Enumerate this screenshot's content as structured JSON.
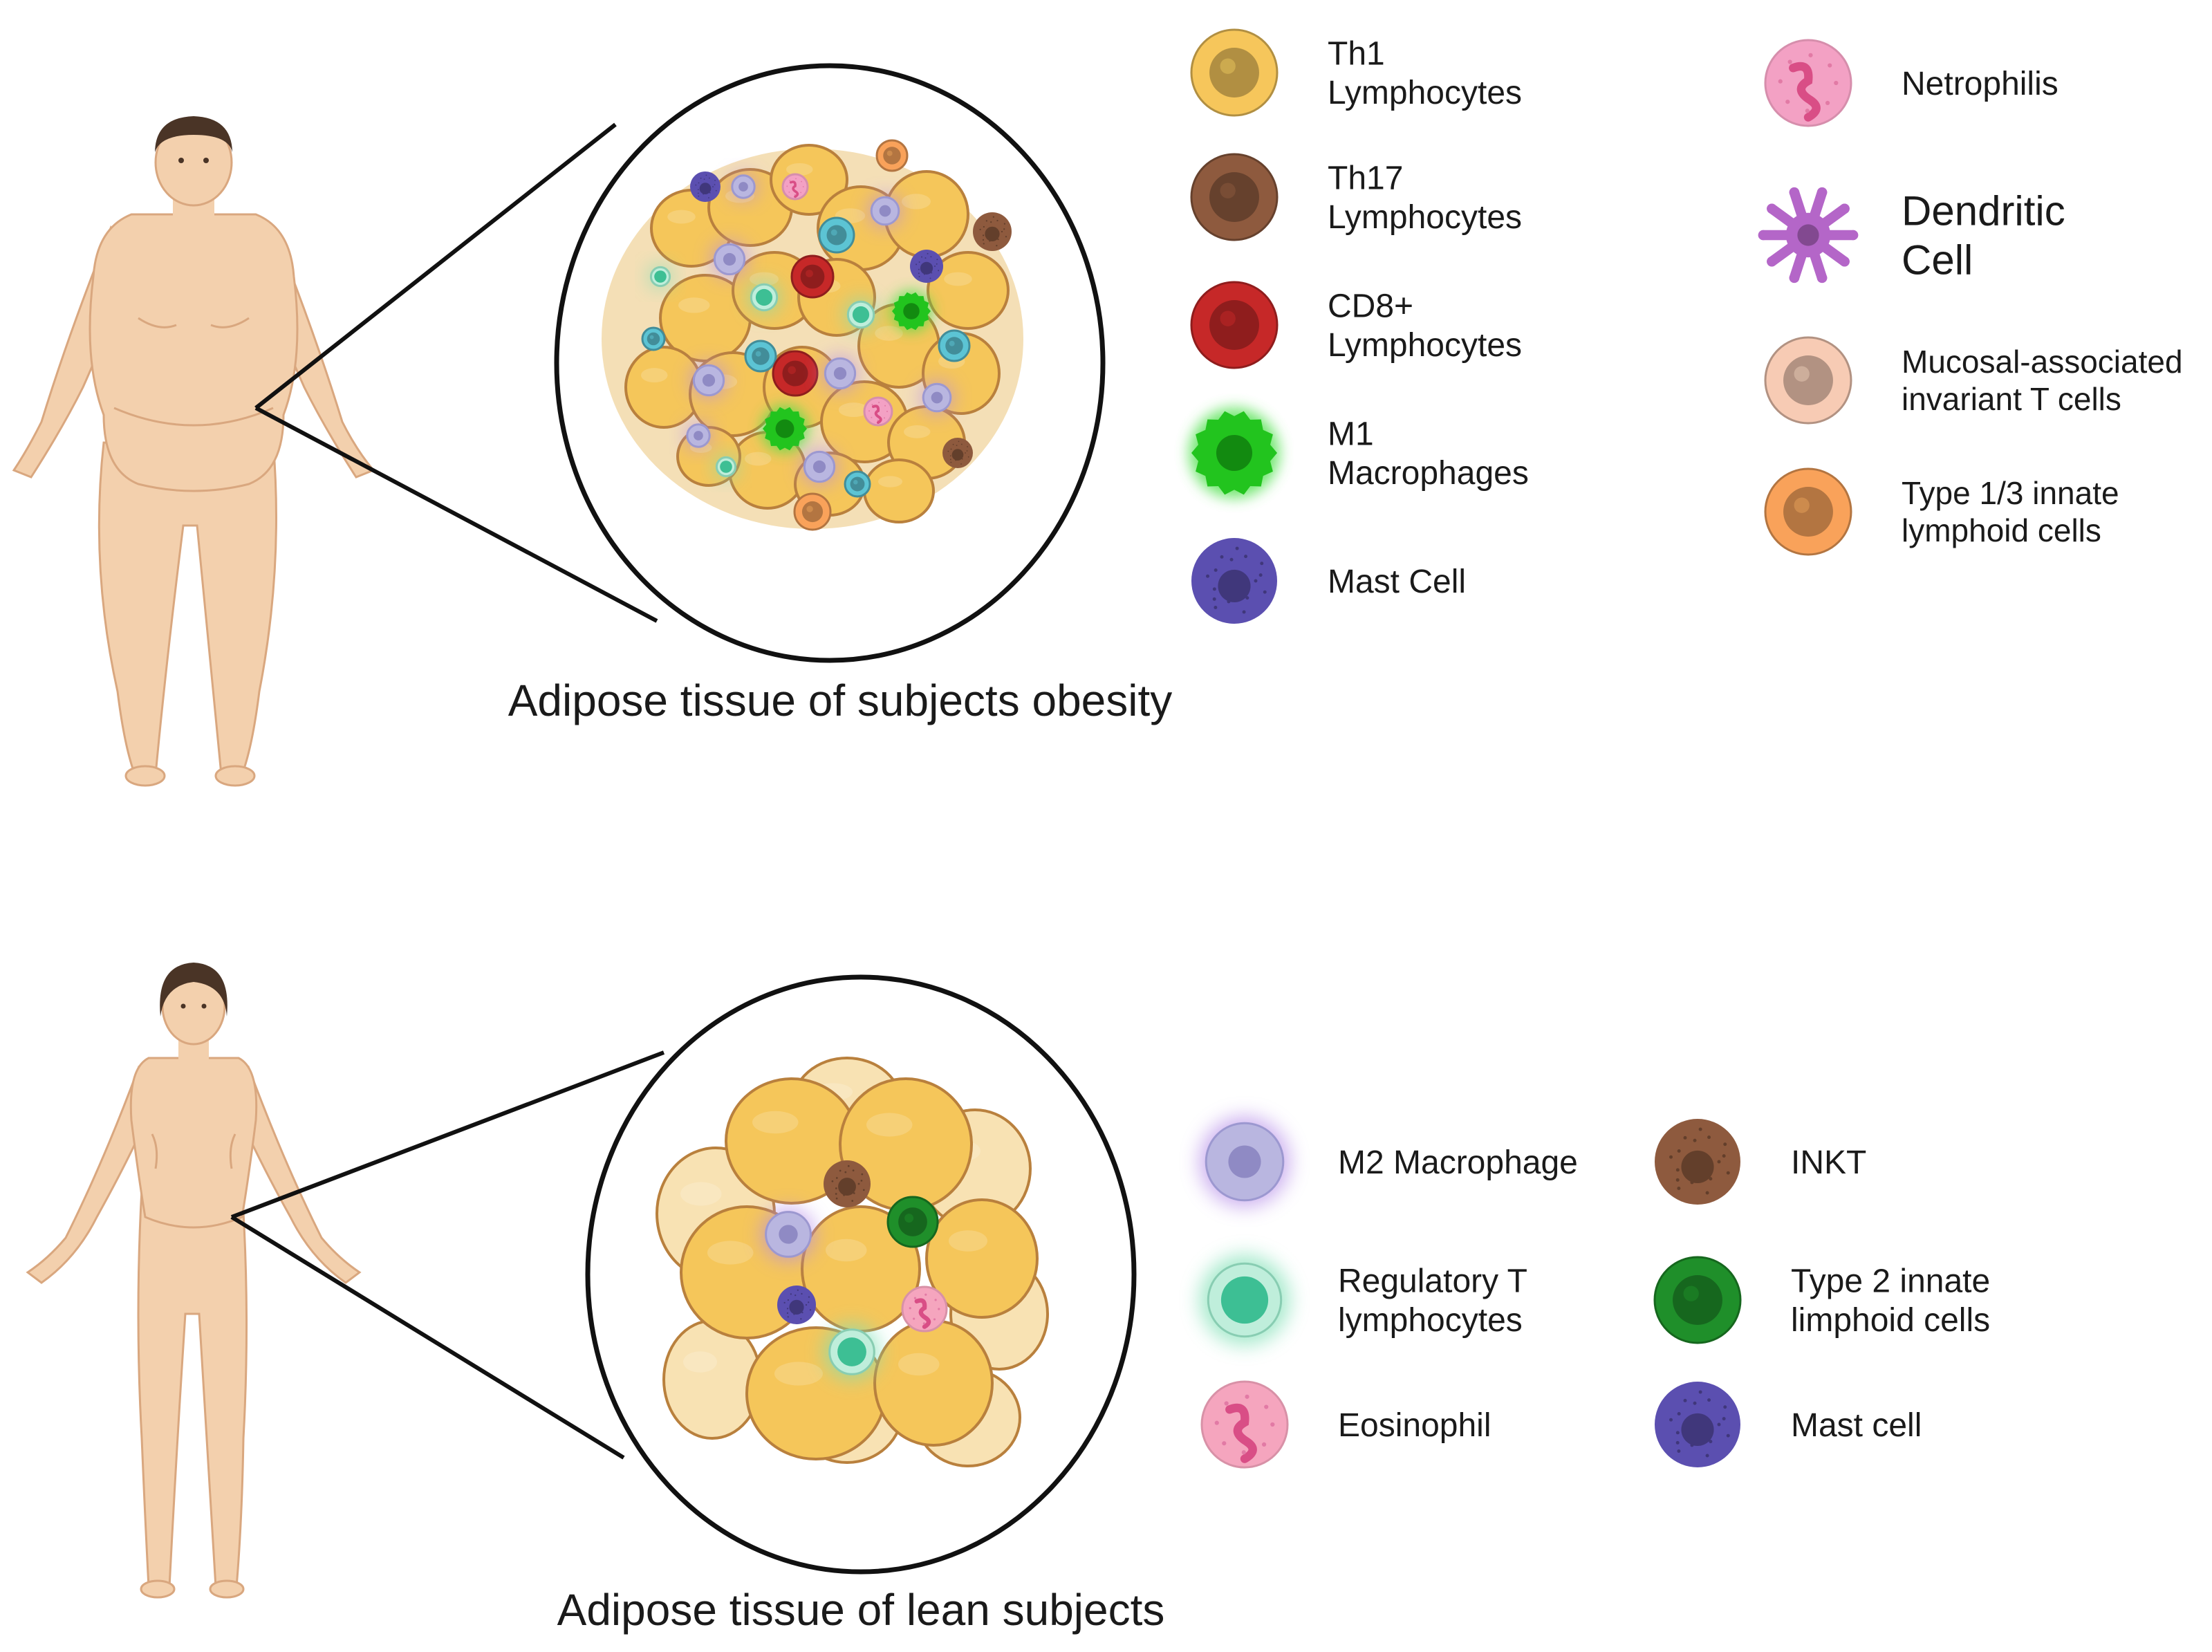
{
  "panels": [
    {
      "caption": "Adipose tissue of subjects obesity",
      "legend": [
        {
          "lines": [
            "Th1",
            "Lymphocytes"
          ],
          "icon": "th1-lymphocyte-icon",
          "color": "#f6c65b"
        },
        {
          "lines": [
            "Th17",
            "Lymphocytes"
          ],
          "icon": "th17-lymphocyte-icon",
          "color": "#8e5a3e"
        },
        {
          "lines": [
            "CD8+",
            "Lymphocytes"
          ],
          "icon": "cd8-lymphocyte-icon",
          "color": "#c62828"
        },
        {
          "lines": [
            "M1",
            "Macrophages"
          ],
          "icon": "m1-macrophage-icon",
          "color": "#22c41e"
        },
        {
          "lines": [
            "Mast Cell"
          ],
          "icon": "mast-cell-icon",
          "color": "#5b4fb0"
        },
        {
          "lines": [
            "Netrophilis"
          ],
          "icon": "neutrophil-icon",
          "color": "#f3a1c4"
        },
        {
          "lines": [
            "Dendritic",
            "Cell"
          ],
          "icon": "dendritic-cell-icon",
          "color": "#b466c8"
        },
        {
          "lines": [
            "Mucosal-associated",
            "invariant T cells"
          ],
          "icon": "mait-cell-icon",
          "color": "#f7cbb4"
        },
        {
          "lines": [
            "Type 1/3 innate",
            "lymphoid cells"
          ],
          "icon": "ilc1-3-icon",
          "color": "#f9a25a"
        }
      ]
    },
    {
      "caption": "Adipose tissue of lean subjects",
      "legend": [
        {
          "lines": [
            "M2 Macrophage"
          ],
          "icon": "m2-macrophage-icon",
          "color": "#b9b6e0"
        },
        {
          "lines": [
            "Regulatory T",
            "lymphocytes"
          ],
          "icon": "regulatory-t-cell-icon",
          "color": "#3dbf94"
        },
        {
          "lines": [
            "Eosinophil"
          ],
          "icon": "eosinophil-icon",
          "color": "#f5a5be"
        },
        {
          "lines": [
            "INKT"
          ],
          "icon": "inkt-cell-icon",
          "color": "#8e5a3e"
        },
        {
          "lines": [
            "Type 2 innate",
            "limphoid cells"
          ],
          "icon": "ilc2-icon",
          "color": "#1f8f2a"
        },
        {
          "lines": [
            "Mast cell"
          ],
          "icon": "mast-cell-icon",
          "color": "#5b4fb0"
        }
      ]
    }
  ],
  "colors": {
    "skin": "#f3d0ad",
    "skin_shadow": "#d9a77f",
    "hair": "#4a3426",
    "adipocyte": "#f5c65a",
    "adipocyte_outline": "#b9803d",
    "adipocyte_pale": "#f8e2b3",
    "outline": "#111111"
  }
}
